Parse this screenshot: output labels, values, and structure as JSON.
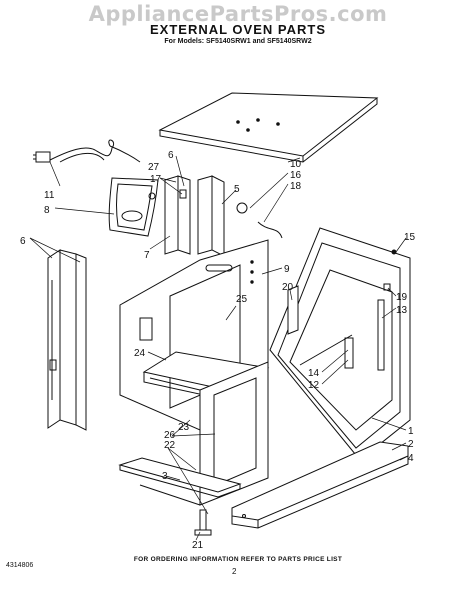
{
  "header": {
    "watermark": "AppliancePartsPros.com",
    "title": "EXTERNAL OVEN PARTS",
    "subtitle": "For Models: SF5140SRW1 and SF5140SRW2"
  },
  "footer": {
    "note": "FOR ORDERING INFORMATION REFER TO PARTS PRICE LIST",
    "doc_number": "4314806",
    "page_number": "2"
  },
  "callouts": [
    "1",
    "2",
    "3",
    "4",
    "5",
    "6",
    "6",
    "7",
    "8",
    "9",
    "10",
    "11",
    "12",
    "13",
    "14",
    "15",
    "16",
    "17",
    "18",
    "19",
    "20",
    "21",
    "22",
    "23",
    "24",
    "25",
    "26",
    "27"
  ]
}
